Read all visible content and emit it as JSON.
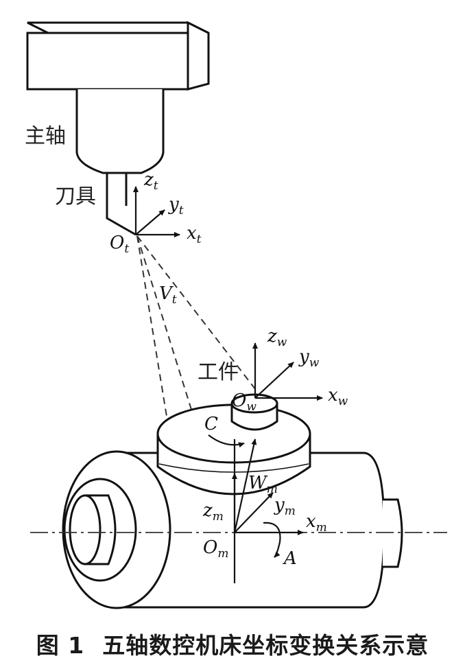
{
  "labels": {
    "spindle": "主轴",
    "tool": "刀具",
    "workpiece": "工件"
  },
  "tool_frame": {
    "origin": "O",
    "origin_sub": "t",
    "x": "x",
    "x_sub": "t",
    "y": "y",
    "y_sub": "t",
    "z": "z",
    "z_sub": "t"
  },
  "view_vector": {
    "name": "V",
    "sub": "t"
  },
  "workpiece_frame": {
    "origin": "O",
    "origin_sub": "w",
    "x": "x",
    "x_sub": "w",
    "y": "y",
    "y_sub": "w",
    "z": "z",
    "z_sub": "w"
  },
  "machine_frame": {
    "origin": "O",
    "origin_sub": "m",
    "x": "x",
    "x_sub": "m",
    "y": "y",
    "y_sub": "m",
    "z": "z",
    "z_sub": "m"
  },
  "offset_vector": {
    "name": "W",
    "sub": "m"
  },
  "rotary_axes": {
    "c": "C",
    "a": "A"
  },
  "caption": {
    "figure_no": "图 1",
    "title": "五轴数控机床坐标变换关系示意"
  }
}
